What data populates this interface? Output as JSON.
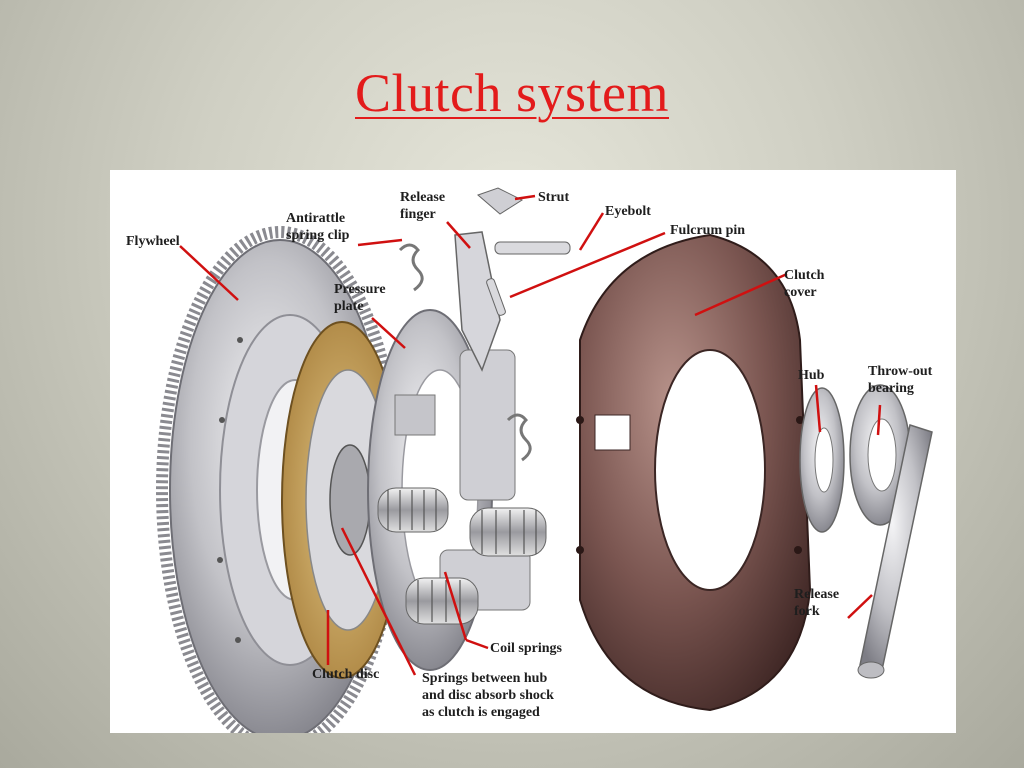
{
  "slide": {
    "title": "Clutch system"
  },
  "diagram": {
    "labels": {
      "flywheel": "Flywheel",
      "antirattle": "Antirattle\nspring clip",
      "release_finger": "Release\nfinger",
      "strut": "Strut",
      "eyebolt": "Eyebolt",
      "fulcrum_pin": "Fulcrum pin",
      "pressure_plate": "Pressure\nplate",
      "clutch_cover": "Clutch\ncover",
      "hub": "Hub",
      "throwout_bearing": "Throw-out\nbearing",
      "release_fork": "Release\nfork",
      "coil_springs": "Coil springs",
      "clutch_disc": "Clutch disc",
      "springs_note": "Springs between hub\nand disc absorb shock\nas clutch is engaged"
    },
    "colors": {
      "title": "#e31b1b",
      "leader_line": "#d01010",
      "metal": "#b9b9bd",
      "cover": "#7a5550",
      "friction": "#c9a35a"
    }
  }
}
